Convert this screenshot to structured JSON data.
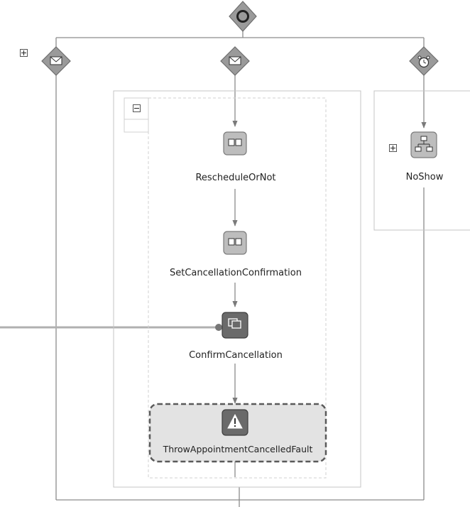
{
  "diagram": {
    "nodes": {
      "reschedule_or_not": "RescheduleOrNot",
      "set_cancellation_confirmation": "SetCancellationConfirmation",
      "confirm_cancellation": "ConfirmCancellation",
      "throw_fault": "ThrowAppointmentCancelledFault",
      "no_show": "NoShow"
    },
    "icons": {
      "top_gateway": "pick-gateway-icon",
      "left_branch": "on-message-icon",
      "middle_branch": "on-message-icon",
      "right_branch": "on-alarm-icon",
      "assign_1": "assign-icon",
      "assign_2": "assign-icon",
      "human_task": "human-task-icon",
      "throw": "warning-icon",
      "scope": "scope-icon"
    },
    "colors": {
      "line": "#8c8c8c",
      "diamond": "#9a9a9a",
      "activity_light": "#bdbdbd",
      "activity_dark": "#6a6a6a",
      "fault_fill": "#e3e3e3",
      "fault_border": "#5a5a5a"
    }
  }
}
